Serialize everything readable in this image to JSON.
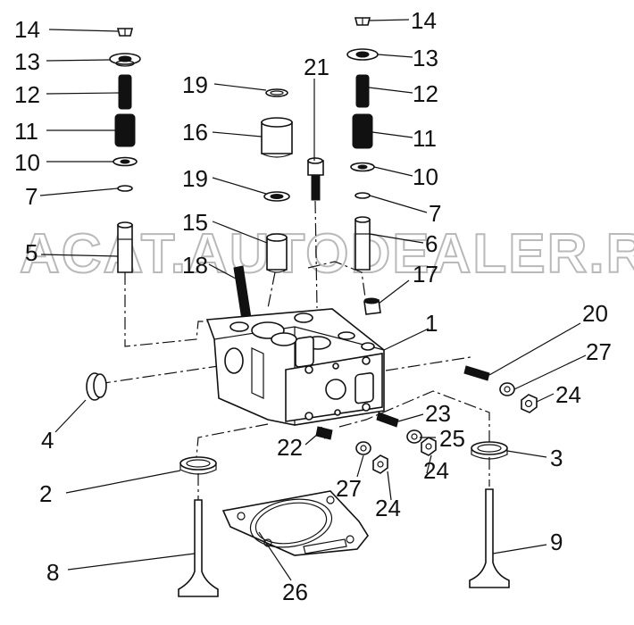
{
  "watermark": "ACAT.AUTODEALER.RU",
  "labels": [
    {
      "id": "l14a",
      "text": "14"
    },
    {
      "id": "l13a",
      "text": "13"
    },
    {
      "id": "l12a",
      "text": "12"
    },
    {
      "id": "l11a",
      "text": "11"
    },
    {
      "id": "l10a",
      "text": "10"
    },
    {
      "id": "l7a",
      "text": "7"
    },
    {
      "id": "l5",
      "text": "5"
    },
    {
      "id": "l19a",
      "text": "19"
    },
    {
      "id": "l16",
      "text": "16"
    },
    {
      "id": "l19b",
      "text": "19"
    },
    {
      "id": "l15",
      "text": "15"
    },
    {
      "id": "l18",
      "text": "18"
    },
    {
      "id": "l21",
      "text": "21"
    },
    {
      "id": "l14b",
      "text": "14"
    },
    {
      "id": "l13b",
      "text": "13"
    },
    {
      "id": "l12b",
      "text": "12"
    },
    {
      "id": "l11b",
      "text": "11"
    },
    {
      "id": "l10b",
      "text": "10"
    },
    {
      "id": "l7b",
      "text": "7"
    },
    {
      "id": "l6",
      "text": "6"
    },
    {
      "id": "l17",
      "text": "17"
    },
    {
      "id": "l1",
      "text": "1"
    },
    {
      "id": "l20",
      "text": "20"
    },
    {
      "id": "l27a",
      "text": "27"
    },
    {
      "id": "l24a",
      "text": "24"
    },
    {
      "id": "l4",
      "text": "4"
    },
    {
      "id": "l23",
      "text": "23"
    },
    {
      "id": "l22",
      "text": "22"
    },
    {
      "id": "l25",
      "text": "25"
    },
    {
      "id": "l3",
      "text": "3"
    },
    {
      "id": "l24b",
      "text": "24"
    },
    {
      "id": "l2",
      "text": "2"
    },
    {
      "id": "l27b",
      "text": "27"
    },
    {
      "id": "l24c",
      "text": "24"
    },
    {
      "id": "l8",
      "text": "8"
    },
    {
      "id": "l26",
      "text": "26"
    },
    {
      "id": "l9",
      "text": "9"
    }
  ]
}
